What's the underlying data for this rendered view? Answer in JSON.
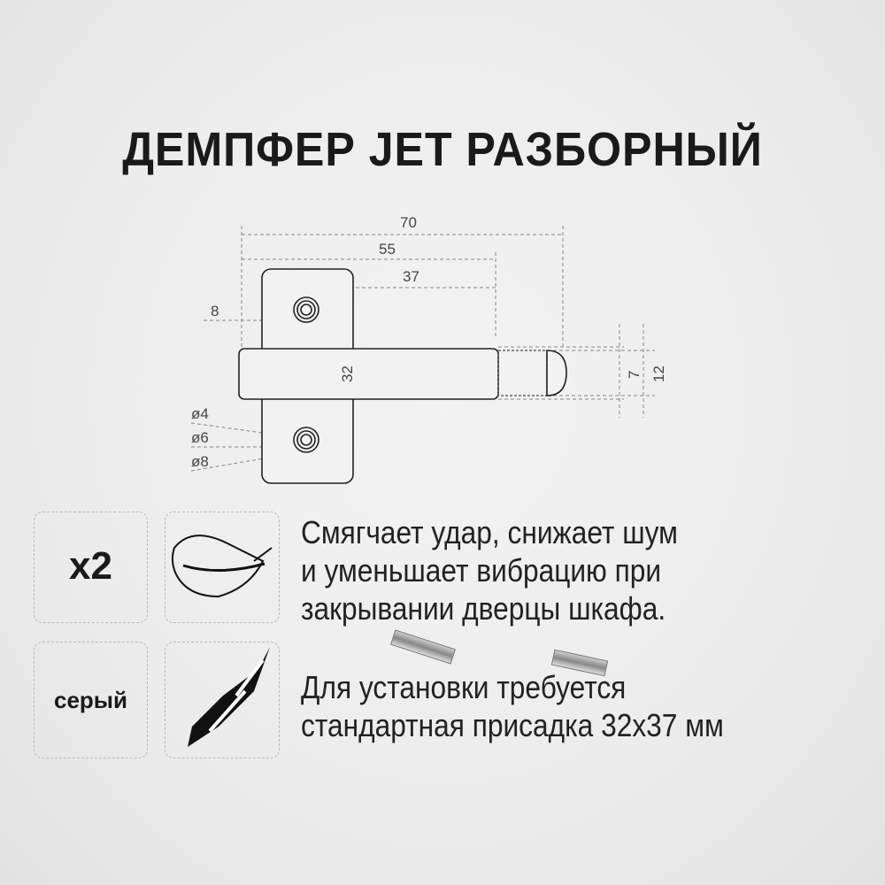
{
  "title": "ДЕМПФЕР JET РАЗБОРНЫЙ",
  "drawing": {
    "dimensions": {
      "overall": "70",
      "body": "55",
      "hole_offset": "37",
      "edge": "8",
      "hole_spacing": "32",
      "tip": "7",
      "body_height": "12"
    },
    "hole_diameters": [
      "ø4",
      "ø6",
      "ø8"
    ]
  },
  "features": {
    "quantity": "x2",
    "color": "серый",
    "icons": [
      "feather-icon",
      "drill-bit-icon"
    ]
  },
  "description": {
    "line1": [
      "Смягчает удар, снижает шум",
      "и уменьшает вибрацию при",
      "закрывании дверцы шкафа."
    ],
    "line2": [
      "Для установки требуется",
      "стандартная присадка 32x37 мм"
    ]
  }
}
